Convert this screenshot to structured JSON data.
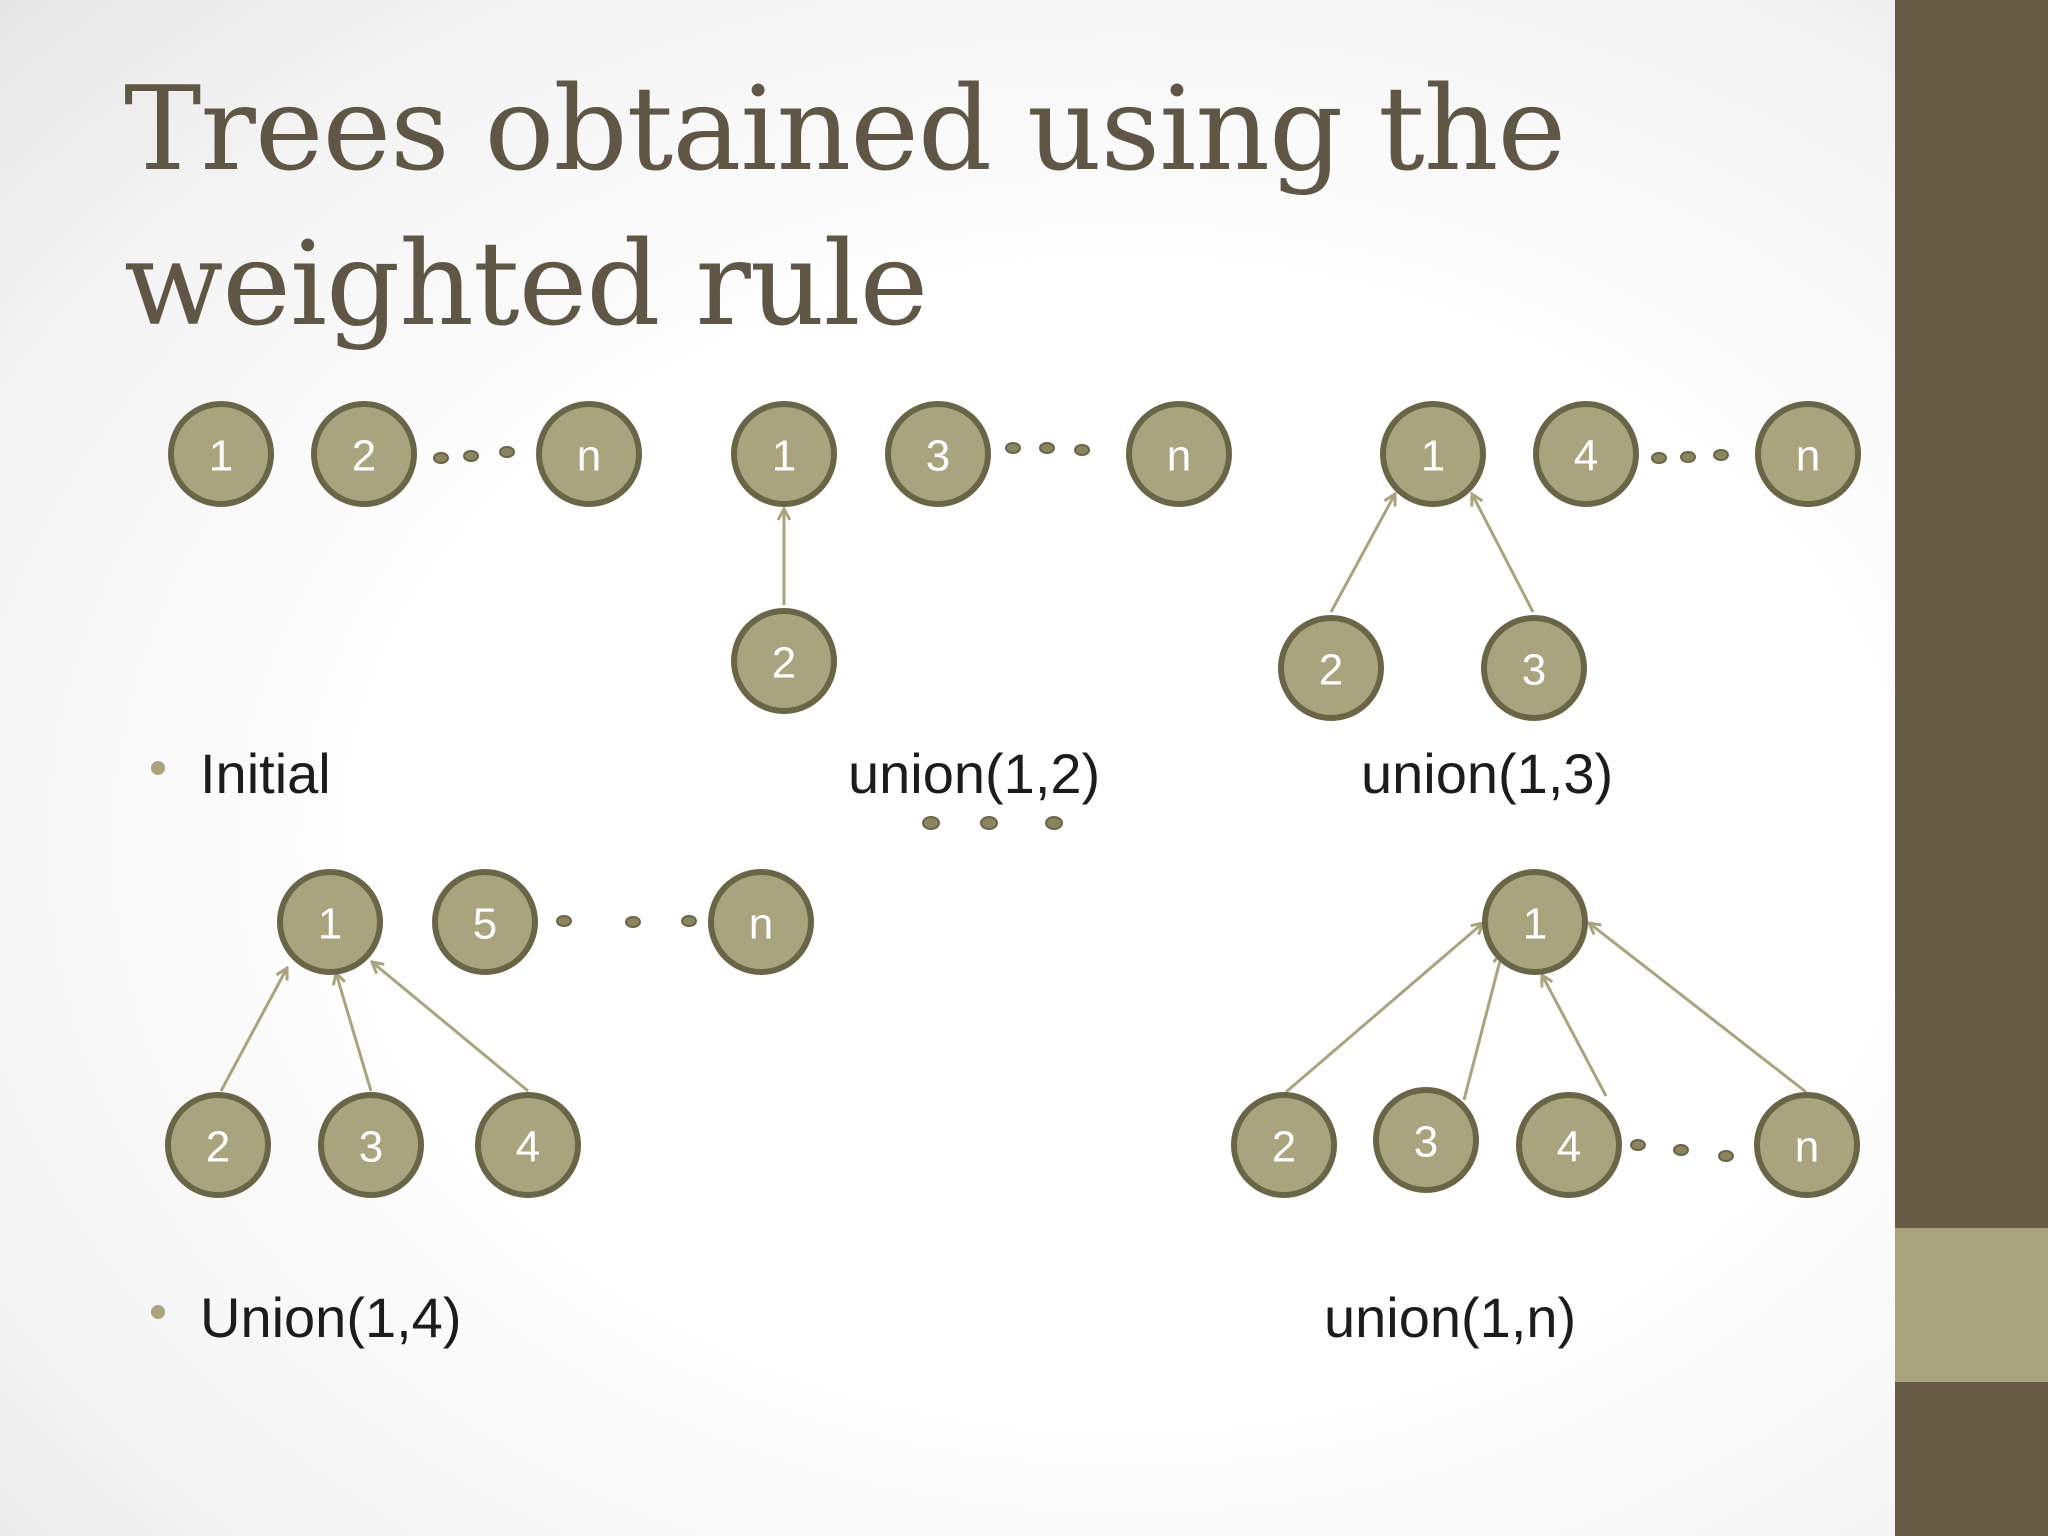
{
  "slide": {
    "title": "Trees obtained using the weighted rule",
    "labels": {
      "initial": "Initial",
      "union_1_2": "union(1,2)",
      "union_1_3": "union(1,3)",
      "union_1_4": "Union(1,4)",
      "union_1_n": "union(1,n)"
    }
  },
  "colors": {
    "title": "#5f5646",
    "node_fill": "#a9a47e",
    "node_border": "#6b6548",
    "sidebar": "#675b45",
    "sidebar_accent": "#a9a47e",
    "label_text": "#1c1c1c"
  },
  "trees": {
    "initial": {
      "nodes": [
        "1",
        "2",
        "n"
      ]
    },
    "union_1_2": {
      "nodes": [
        "1",
        "3",
        "n",
        "2"
      ]
    },
    "union_1_3": {
      "nodes": [
        "1",
        "4",
        "n",
        "2",
        "3"
      ]
    },
    "union_1_4": {
      "nodes": [
        "1",
        "5",
        "n",
        "2",
        "3",
        "4"
      ]
    },
    "union_1_n": {
      "nodes": [
        "1",
        "2",
        "3",
        "4",
        "n"
      ]
    }
  }
}
